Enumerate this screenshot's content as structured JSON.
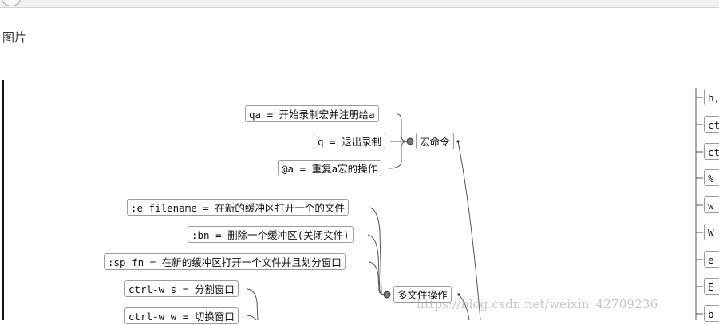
{
  "caption": "图片",
  "groups": {
    "macro": {
      "label": "宏命令",
      "items": [
        "qa = 开始录制宏并注册给a",
        "q = 退出录制",
        "@a = 重复a宏的操作"
      ]
    },
    "multi_file": {
      "label": "多文件操作",
      "items": [
        ":e filename = 在新的缓冲区打开一个的文件",
        ":bn = 删除一个缓冲区(关闭文件)",
        ":sp fn = 在新的缓冲区打开一个文件并且划分窗口",
        "ctrl-w s = 分割窗口",
        "ctrl-w w = 切换窗口"
      ]
    }
  },
  "right_items": [
    "h,",
    "ct",
    "ct",
    "%",
    "w",
    "W",
    "e",
    "E",
    "b"
  ],
  "watermark": "https://blog.csdn.net/weixin_42709236"
}
